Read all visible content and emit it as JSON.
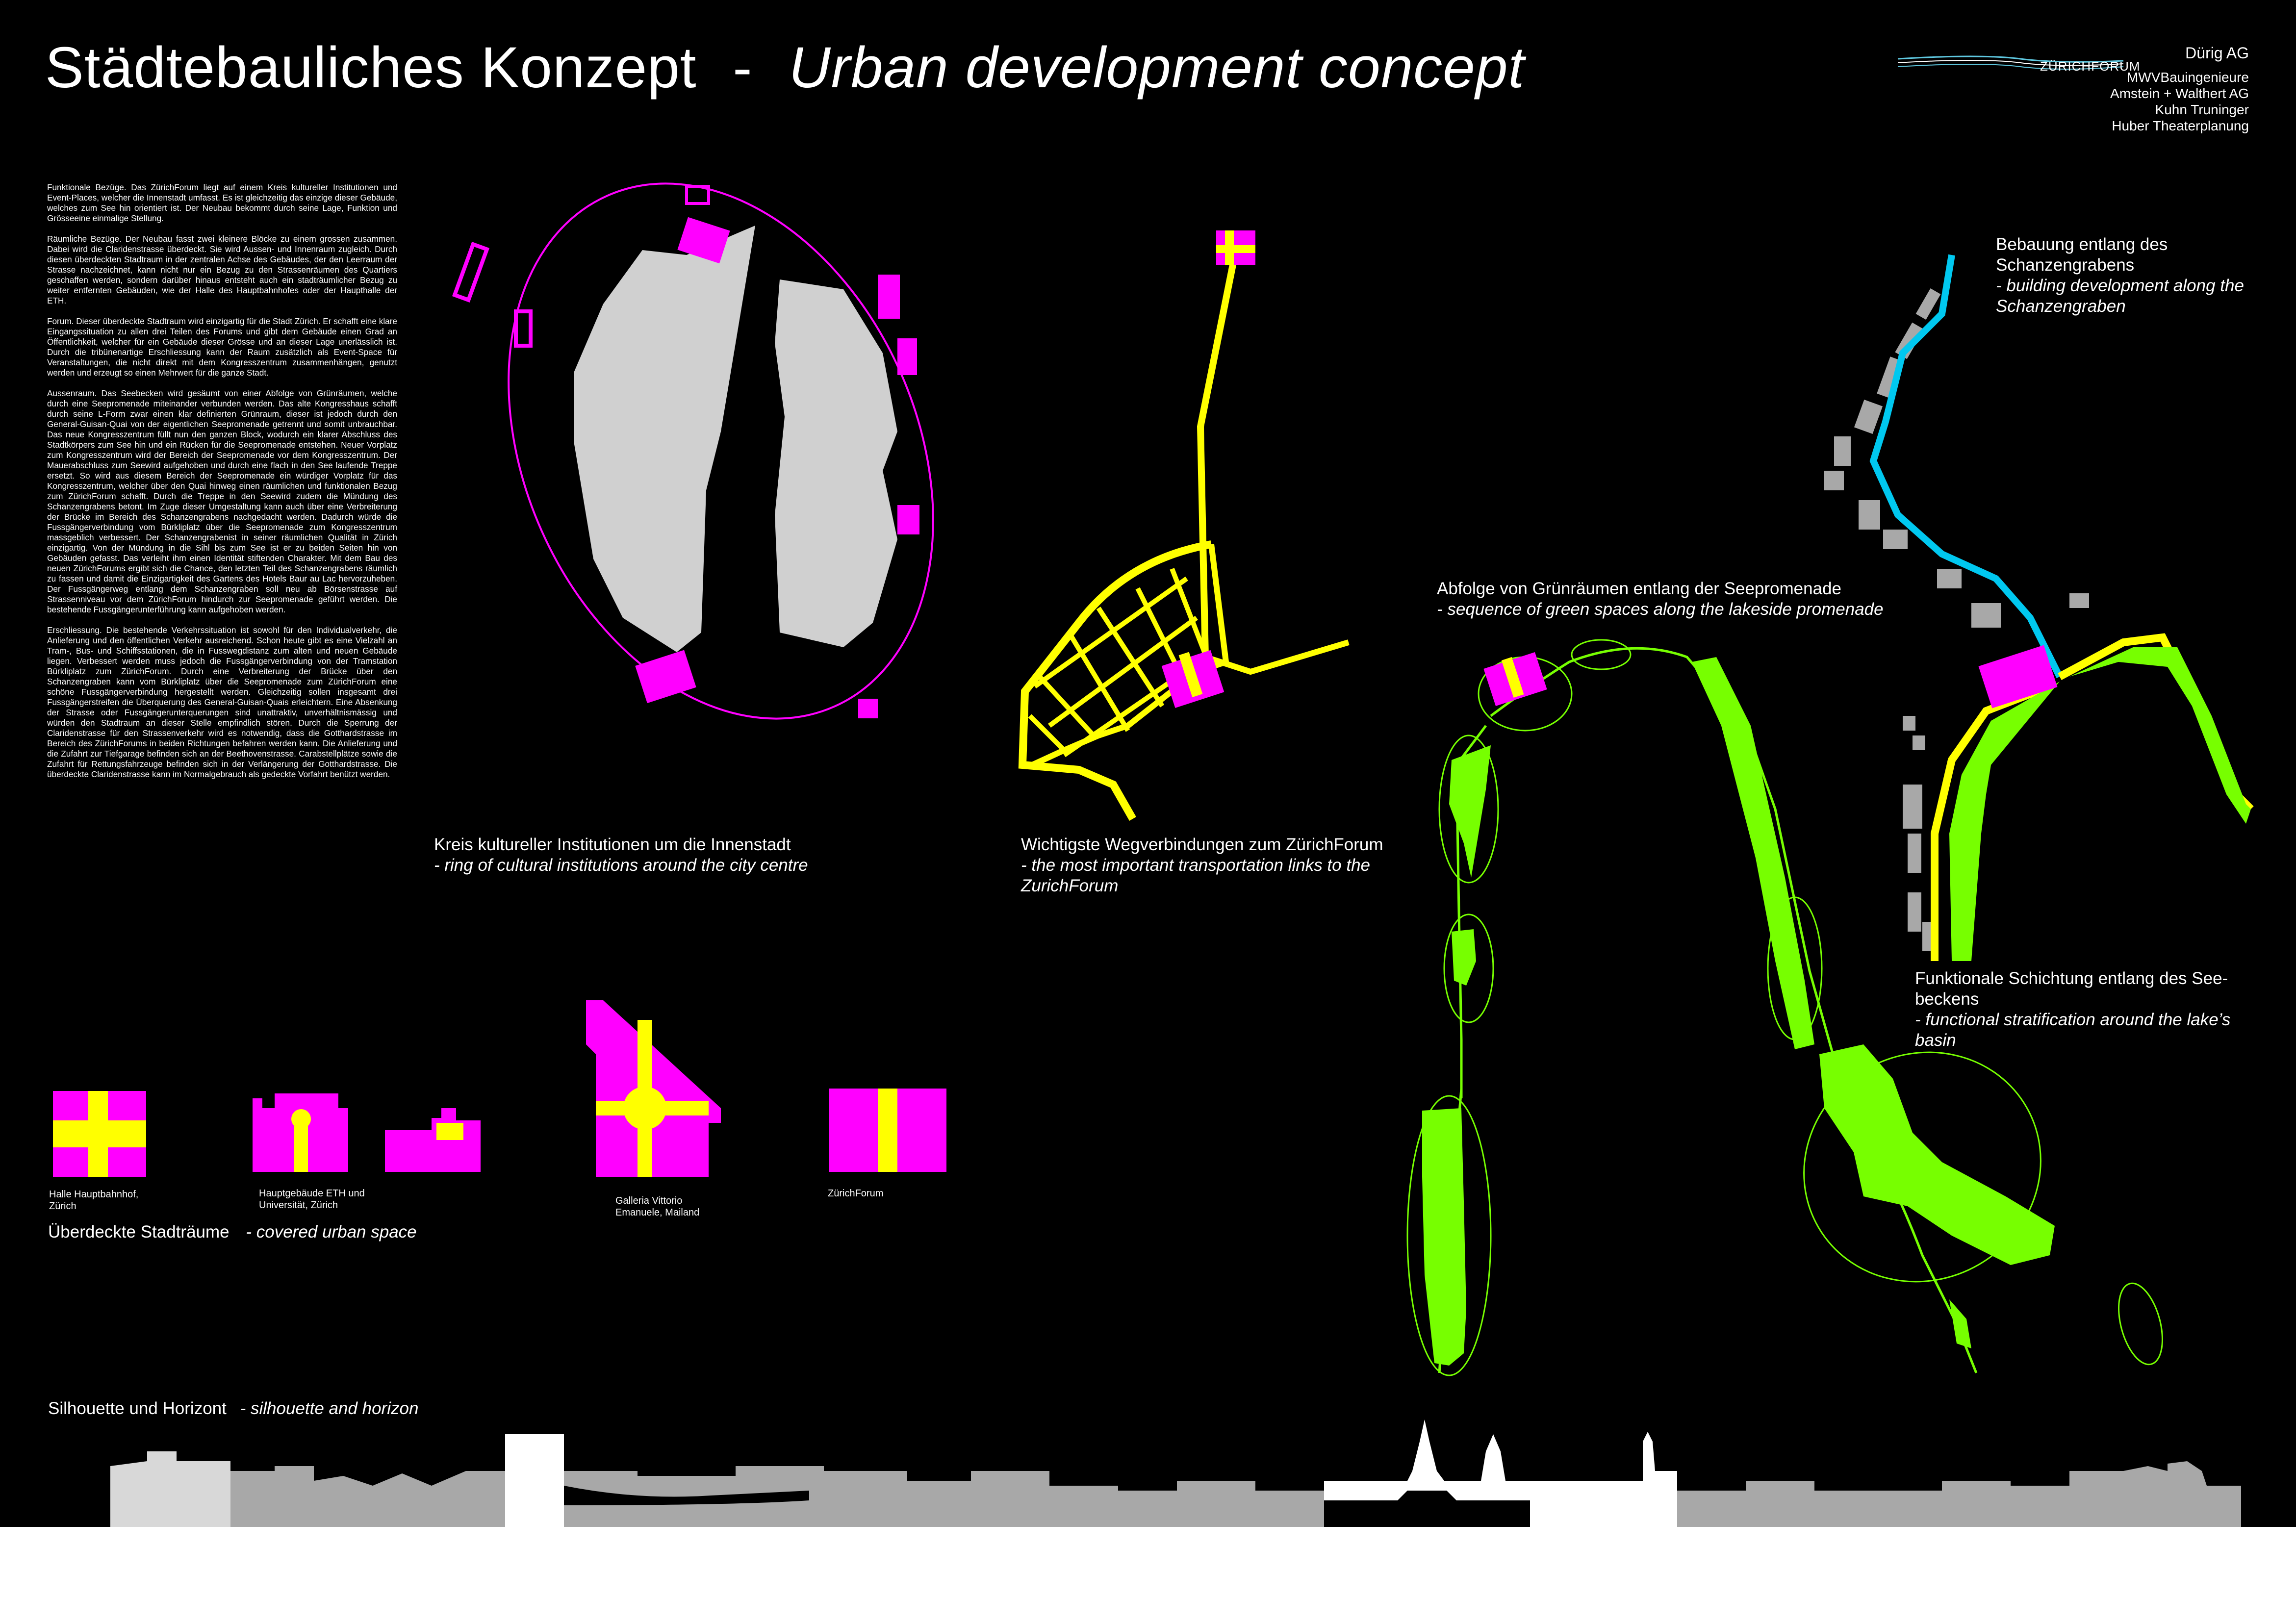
{
  "title": {
    "german": "Städtebauliches Konzept",
    "separator": "-",
    "english": "Urban development concept"
  },
  "logo": {
    "text": "ZÜRICHFORUM"
  },
  "credits": {
    "firm": "Dürig AG",
    "partners": [
      "MWVBauingenieure",
      "Amstein + Walthert AG",
      "Kuhn Truninger",
      "Huber Theaterplanung"
    ]
  },
  "body_text": [
    "Funktionale Bezüge. Das ZürichForum liegt auf einem Kreis kultureller Institutionen und Event-Places, welcher die Innenstadt umfasst. Es ist gleichzeitig das einzige dieser Gebäude, welches zum See hin orientiert ist. Der Neubau bekommt durch seine Lage, Funktion und Grösseeine einmalige Stellung.",
    "Räumliche Bezüge. Der Neubau fasst zwei kleinere Blöcke zu einem grossen zusammen. Dabei wird die Claridenstrasse überdeckt. Sie wird Aussen- und Innenraum zugleich. Durch diesen überdeckten Stadtraum in der zentralen Achse des Gebäudes, der den Leerraum der Strasse nachzeichnet, kann nicht nur ein Bezug zu den Strassenräumen des Quartiers geschaffen werden, sondern darüber hinaus entsteht auch ein stadträumlicher Bezug zu weiter entfernten Gebäuden, wie der Halle des Hauptbahnhofes oder der Haupthalle der ETH.",
    "Forum. Dieser überdeckte Stadtraum wird einzigartig für die Stadt Zürich. Er schafft eine klare Eingangssituation zu allen drei Teilen des Forums und gibt dem Gebäude einen Grad an Öffentlichkeit, welcher für ein Gebäude dieser Grösse und an dieser Lage unerlässlich ist. Durch die tribünenartige Erschliessung kann der Raum zusätzlich als Event-Space für Veranstaltungen, die nicht direkt mit dem Kongresszentrum zusammenhängen, genutzt werden und erzeugt so einen Mehrwert für die ganze Stadt.",
    "Aussenraum. Das Seebecken wird gesäumt von einer Abfolge von Grünräumen, welche durch eine Seepromenade miteinander verbunden werden. Das alte Kongresshaus schafft durch seine L-Form zwar einen klar definierten Grünraum, dieser ist jedoch durch den General-Guisan-Quai von der eigentlichen Seepromenade getrennt und somit unbrauchbar. Das neue Kongresszentrum füllt nun den ganzen Block, wodurch ein klarer Abschluss des Stadtkörpers zum See hin und ein Rücken für die Seepromenade entstehen. Neuer Vorplatz zum Kongresszentrum wird der Bereich der Seepromenade vor dem Kongresszentrum. Der Mauerabschluss zum Seewird aufgehoben und durch eine flach in den See laufende Treppe ersetzt. So wird aus diesem Bereich der Seepromenade ein würdiger Vorplatz für das Kongresszentrum, welcher über den Quai hinweg einen räumlichen und funktionalen Bezug zum ZürichForum schafft. Durch die Treppe in den Seewird zudem die Mündung des Schanzengrabens betont. Im Zuge dieser Umgestaltung kann auch über eine Verbreiterung der Brücke im Bereich des Schanzengrabens nachgedacht werden. Dadurch würde die Fussgängerverbindung vom Bürkliplatz über die Seepromenade zum Kongresszentrum massgeblich verbessert. Der Schanzengrabenist in seiner räumlichen Qualität in Zürich einzigartig. Von der Mündung in die Sihl bis zum See ist er zu beiden Seiten hin von Gebäuden gefasst. Das verleiht ihm einen Identität stiftenden Charakter. Mit dem Bau des neuen ZürichForums ergibt sich die Chance, den letzten Teil des Schanzengrabens räumlich zu fassen und damit die Einzigartigkeit des Gartens des Hotels Baur au Lac hervorzuheben. Der Fussgängerweg entlang dem Schanzengraben soll neu ab Börsenstrasse auf Strassenniveau vor dem ZürichForum hindurch zur Seepromenade geführt werden. Die bestehende Fussgängerunterführung kann aufgehoben werden.",
    "Erschliessung. Die bestehende Verkehrssituation ist sowohl für den Individualverkehr, die Anlieferung und den öffentlichen Verkehr ausreichend. Schon heute gibt es eine Vielzahl an Tram-, Bus- und Schiffsstationen, die in Fusswegdistanz zum alten und neuen Gebäude liegen. Verbessert werden muss jedoch die Fussgängerverbindung von der Tramstation Bürkliplatz zum ZürichForum. Durch eine Verbreiterung der Brücke über den Schanzengraben kann vom Bürkliplatz über die Seepromenade zum ZürichForum eine schöne Fussgängerverbindung hergestellt werden. Gleichzeitig sollen insgesamt drei Fussgängerstreifen die Überquerung des General-Guisan-Quais erleichtern. Eine Absenkung der Strasse oder Fussgängerunterquerungen sind unattraktiv, unverhältnismässig und würden den Stadtraum an dieser Stelle empfindlich stören. Durch die Sperrung der Claridenstrasse für den Strassenverkehr wird es notwendig, dass die Gotthardstrasse im Bereich des ZürichForums in beiden Richtungen befahren werden kann. Die Anlieferung und die Zufahrt zur Tiefgarage befinden sich an der Beethovenstrasse. Carabstellplätze sowie die Zufahrt für Rettungsfahrzeuge befinden sich in der Verlängerung der Gotthardstrasse. Die überdeckte Claridenstrasse kann im Normalgebrauch als gedeckte Vorfahrt benützt werden."
  ],
  "diagrams": {
    "ring": {
      "de": "Kreis kultureller  Institutionen um die Innenstadt",
      "en": "- ring of cultural institutions around the city centre"
    },
    "links": {
      "de": "Wichtigste Wegverbindungen zum ZürichForum",
      "en1": "- the most important transportation links to the",
      "en2": "ZurichForum"
    },
    "green": {
      "de": "Abfolge von Grünräumen entlang der Seepromenade",
      "en": "- sequence of green spaces along the lakeside promenade"
    },
    "schanzengraben": {
      "de1": "Bebauung entlang des",
      "de2": "Schanzengrabens",
      "en1": "- building development along the",
      "en2": "Schanzengraben"
    },
    "stratification": {
      "de1": "Funktionale Schichtung entlang des  See-",
      "de2": "beckens",
      "en1": "- functional stratification around the lake’s",
      "en2": "basin"
    }
  },
  "covered_spaces": {
    "heading_de": "Überdeckte Stadträume",
    "heading_en": "- covered urban space",
    "items": [
      {
        "line1": "Halle Hauptbahnhof,",
        "line2": "Zürich"
      },
      {
        "line1": "Hauptgebäude ETH und",
        "line2": "Universität, Zürich"
      },
      {
        "line1": "Galleria Vittorio",
        "line2": "Emanuele, Mailand"
      },
      {
        "line1": "ZürichForum",
        "line2": ""
      }
    ]
  },
  "silhouette": {
    "de": "Silhouette und Horizont",
    "en": "- silhouette and horizon"
  },
  "colors": {
    "background": "#000000",
    "magenta": "#ff00ff",
    "yellow": "#ffff00",
    "green": "#77ff00",
    "blue": "#00c8f0",
    "grey": "#a8a8a8",
    "lightgrey": "#d2d2d2"
  }
}
